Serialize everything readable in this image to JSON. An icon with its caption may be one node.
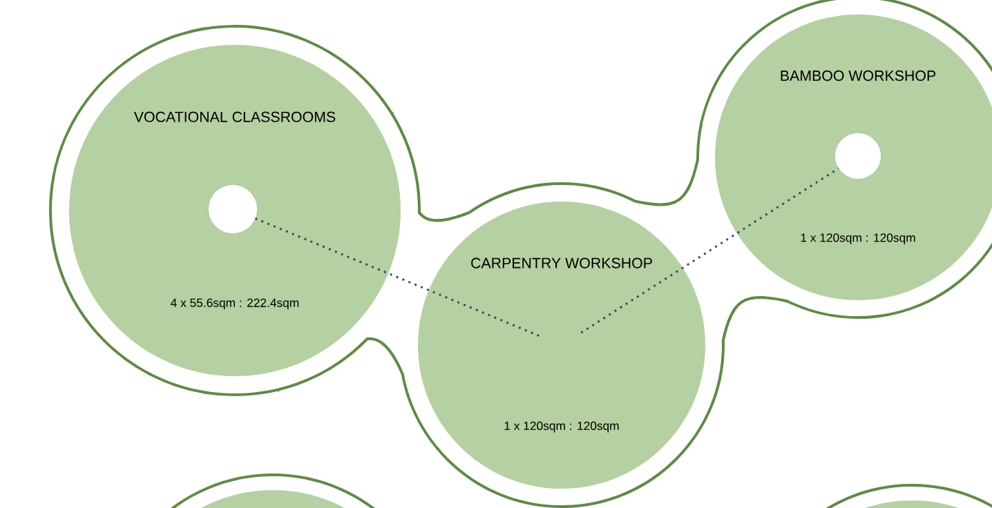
{
  "diagram": {
    "nodes": [
      {
        "text": [
          "VOCATIONAL CLASSROOMS",
          "4 x 55.6sqm : 222.4sqm"
        ]
      },
      {
        "text": [],
        "shape": "circle",
        "in": 0
      },
      {
        "text": [
          "BAMBOO WORKSHOP",
          "1 x 120sqm : 120sqm"
        ]
      },
      {
        "text": [],
        "shape": "circle",
        "in": 2
      },
      {
        "text": [
          "CARPENTRY WORKSHOP",
          "1 x 120sqm : 120sqm"
        ]
      },
      {
        "text": [],
        "shape": "circle"
      },
      {
        "text": [],
        "shape": "circle"
      }
    ],
    "edges": [
      {
        "from": 1,
        "to": 4,
        "arrow": "none",
        "style": "dashed"
      },
      {
        "from": 4,
        "to": 3,
        "arrow": "none",
        "style": "dashed"
      }
    ]
  }
}
